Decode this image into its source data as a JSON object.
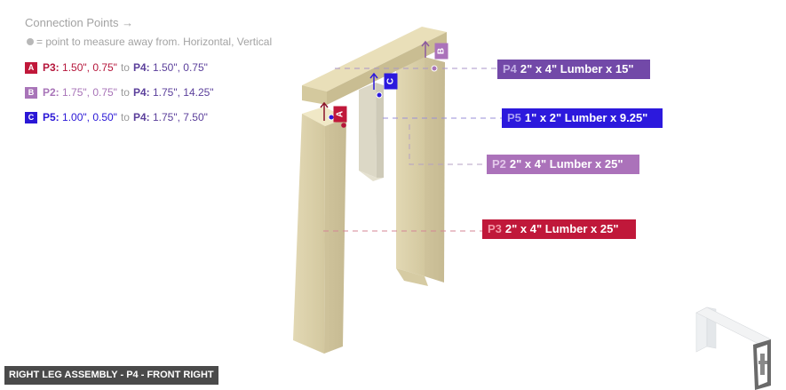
{
  "legend": {
    "title": "Connection Points →",
    "note": "= point to measure away from. Horizontal, Vertical",
    "rows": [
      {
        "badge": "A",
        "badge_color": "#c0183a",
        "from_part": "P3:",
        "from_values": "1.50\", 0.75\"",
        "from_color": "#b5163b",
        "to_label": "to",
        "to_part": "P4:",
        "to_values": "1.50\", 0.75\""
      },
      {
        "badge": "B",
        "badge_color": "#a874b8",
        "from_part": "P2:",
        "from_values": "1.75\", 0.75\"",
        "from_color": "#a874b8",
        "to_label": "to",
        "to_part": "P4:",
        "to_values": "1.75\", 14.25\""
      },
      {
        "badge": "C",
        "badge_color": "#2a17d6",
        "from_part": "P5:",
        "from_values": "1.00\", 0.50\"",
        "from_color": "#2a17d6",
        "to_label": "to",
        "to_part": "P4:",
        "to_values": "1.75\", 7.50\""
      }
    ]
  },
  "callouts": [
    {
      "id": "P4",
      "label": "2\" x 4\" Lumber  x 15\"",
      "bg": "#7249a8",
      "id_color": "#c2b0e4"
    },
    {
      "id": "P5",
      "label": "1\" x 2\" Lumber x 9.25\"",
      "bg": "#2c19dd",
      "id_color": "#a89ef2"
    },
    {
      "id": "P2",
      "label": "2\" x 4\" Lumber  x 25\"",
      "bg": "#ab72ba",
      "id_color": "#e3c8ea"
    },
    {
      "id": "P3",
      "label": "2\" x 4\" Lumber  x 25\"",
      "bg": "#c0183a",
      "id_color": "#f29aa8"
    }
  ],
  "model_tags": [
    {
      "letter": "A",
      "color": "#c0183a"
    },
    {
      "letter": "B",
      "color": "#ab72ba"
    },
    {
      "letter": "C",
      "color": "#2c19dd"
    }
  ],
  "caption": "RIGHT LEG ASSEMBLY - P4 - FRONT RIGHT",
  "icons": {
    "dot": "measure-point-dot",
    "view_cube": "assembly-thumbnail"
  }
}
